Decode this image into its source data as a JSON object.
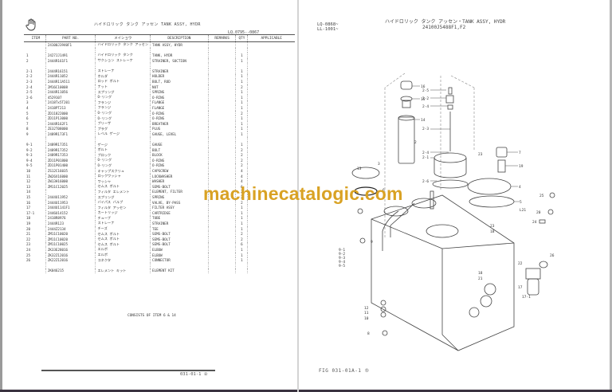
{
  "left_page": {
    "title": "ハイドロリック タンク アッセン  TANK ASSY, HYDR",
    "serial_range": "LQ.0795--0867",
    "columns": [
      "ITEM",
      "PART NO.",
      "メイショウ",
      "DESCRIPTION",
      "REMARKS",
      "QTY",
      "APPLICABLE"
    ],
    "rows": [
      {
        "item": "",
        "part_no": "24100J3940F1",
        "kana": "ハイドロリック タンク アッセン",
        "description": "TANK ASSY, HYDR",
        "remarks": "",
        "qty": ""
      },
      {
        "item": "",
        "part_no": "",
        "kana": "",
        "description": "",
        "remarks": "",
        "qty": ""
      },
      {
        "item": "1",
        "part_no": "2427JJ1491",
        "kana": "ハイドロリック タンク",
        "description": "TANK, HYDR",
        "remarks": "",
        "qty": "1"
      },
      {
        "item": "2",
        "part_no": "2444R161F1",
        "kana": "サクション ストレーナ",
        "description": "STRAINER, SUCTION",
        "remarks": "",
        "qty": "1"
      },
      {
        "item": "",
        "part_no": "",
        "kana": "",
        "description": "",
        "remarks": "",
        "qty": ""
      },
      {
        "item": "2-1",
        "part_no": "2444R16151",
        "kana": "ストレーナ",
        "description": "STRAINER",
        "remarks": "",
        "qty": "1"
      },
      {
        "item": "2-2",
        "part_no": "2444R11052",
        "kana": "ホルダ",
        "description": "HOLDER",
        "remarks": "",
        "qty": "1"
      },
      {
        "item": "2-3",
        "part_no": "2444R11A511",
        "kana": "ロッド ボルト",
        "description": "BOLT, ROD",
        "remarks": "",
        "qty": "1"
      },
      {
        "item": "2-4",
        "part_no": "2M16C10008",
        "kana": "ナット",
        "description": "NUT",
        "remarks": "",
        "qty": "2"
      },
      {
        "item": "2-5",
        "part_no": "2444R11056",
        "kana": "スプリング",
        "description": "SPRING",
        "remarks": "",
        "qty": "1"
      },
      {
        "item": "2-6",
        "part_no": "4529107",
        "kana": "O-リング",
        "description": "O-RING",
        "remarks": "",
        "qty": "1"
      },
      {
        "item": "3",
        "part_no": "2418Tx5T201",
        "kana": "フランジ",
        "description": "FLANGE",
        "remarks": "",
        "qty": "1"
      },
      {
        "item": "4",
        "part_no": "2418PT213",
        "kana": "フランジ",
        "description": "FLANGE",
        "remarks": "",
        "qty": "1"
      },
      {
        "item": "5",
        "part_no": "ZD11822000",
        "kana": "O-リング",
        "description": "O-RING",
        "remarks": "",
        "qty": "2"
      },
      {
        "item": "6",
        "part_no": "ZD11P13000",
        "kana": "O-リング",
        "description": "O-RING",
        "remarks": "",
        "qty": "1"
      },
      {
        "item": "7",
        "part_no": "2444R162F1",
        "kana": "ブリーザ",
        "description": "BREATHER",
        "remarks": "",
        "qty": "1"
      },
      {
        "item": "8",
        "part_no": "ZE32T08000",
        "kana": "プラグ",
        "description": "PLUG",
        "remarks": "",
        "qty": "1"
      },
      {
        "item": "9",
        "part_no": "2489R173F1",
        "kana": "レベル ゲージ",
        "description": "GAUGE, LEVEL",
        "remarks": "",
        "qty": "1"
      },
      {
        "item": "",
        "part_no": "",
        "kana": "",
        "description": "",
        "remarks": "",
        "qty": ""
      },
      {
        "item": "9-1",
        "part_no": "2489R17351",
        "kana": "ゲージ",
        "description": "GAUGE",
        "remarks": "",
        "qty": "1"
      },
      {
        "item": "9-2",
        "part_no": "2489R17352",
        "kana": "ボルト",
        "description": "BOLT",
        "remarks": "",
        "qty": "2"
      },
      {
        "item": "9-3",
        "part_no": "2489R17353",
        "kana": "ブロック",
        "description": "BLOCK",
        "remarks": "",
        "qty": "2"
      },
      {
        "item": "9-4",
        "part_no": "ZD11P01800",
        "kana": "O-リング",
        "description": "O-RING",
        "remarks": "",
        "qty": "2"
      },
      {
        "item": "9-5",
        "part_no": "ZD11P01400",
        "kana": "O-リング",
        "description": "O-RING",
        "remarks": "",
        "qty": "2"
      },
      {
        "item": "10",
        "part_no": "ZS12C16035",
        "kana": "キャップスクリュ",
        "description": "CAPSCREW",
        "remarks": "",
        "qty": "4"
      },
      {
        "item": "11",
        "part_no": "ZW26X16000",
        "kana": "ロックワッシャ",
        "description": "LOCKWASHER",
        "remarks": "",
        "qty": "4"
      },
      {
        "item": "12",
        "part_no": "ZW13H16000",
        "kana": "ワッシャ",
        "description": "WASHER",
        "remarks": "",
        "qty": "4"
      },
      {
        "item": "13",
        "part_no": "ZM11C12025",
        "kana": "セムス ボルト",
        "description": "SEMS-BOLT",
        "remarks": "",
        "qty": "6"
      },
      {
        "item": "14",
        "part_no": "",
        "kana": "フィルタ エレメント",
        "description": "ELEMENT, FILTER",
        "remarks": "",
        "qty": "2"
      },
      {
        "item": "15",
        "part_no": "2444U11952",
        "kana": "スプリング",
        "description": "SPRING",
        "remarks": "",
        "qty": "2"
      },
      {
        "item": "16",
        "part_no": "2444U11953",
        "kana": "バイパス バルブ",
        "description": "VALVE, BY-PASS",
        "remarks": "",
        "qty": "2"
      },
      {
        "item": "17",
        "part_no": "2444U1141F1",
        "kana": "フィルタ アッセン",
        "description": "FILTER ASSY",
        "remarks": "",
        "qty": "1"
      },
      {
        "item": "17-1",
        "part_no": "2446U14152",
        "kana": "カートリッジ",
        "description": "CARTRIDGE",
        "remarks": "",
        "qty": "1"
      },
      {
        "item": "18",
        "part_no": "2418R8976",
        "kana": "チューブ",
        "description": "TUBE",
        "remarks": "",
        "qty": "1"
      },
      {
        "item": "19",
        "part_no": "2444R123",
        "kana": "ストレーナ",
        "description": "STRAINER",
        "remarks": "",
        "qty": "1"
      },
      {
        "item": "20",
        "part_no": "2444Z2134",
        "kana": "チーズ",
        "description": "TEE",
        "remarks": "",
        "qty": "1"
      },
      {
        "item": "21",
        "part_no": "ZM11C10020",
        "kana": "セムス ボルト",
        "description": "SEMS-BOLT",
        "remarks": "",
        "qty": "2"
      },
      {
        "item": "22",
        "part_no": "ZM11C10020",
        "kana": "セムス ボルト",
        "description": "SEMS-BOLT",
        "remarks": "",
        "qty": "2"
      },
      {
        "item": "23",
        "part_no": "ZM11C10025",
        "kana": "セムス ボルト",
        "description": "SEMS-BOLT",
        "remarks": "",
        "qty": "6"
      },
      {
        "item": "24",
        "part_no": "ZK33E28016",
        "kana": "エルボ",
        "description": "ELBOW",
        "remarks": "",
        "qty": "1"
      },
      {
        "item": "25",
        "part_no": "ZK32Z12016",
        "kana": "エルボ",
        "description": "ELBOW",
        "remarks": "",
        "qty": "1"
      },
      {
        "item": "26",
        "part_no": "ZK22Z12016",
        "kana": "コネクタ",
        "description": "CONNECTOR",
        "remarks": "",
        "qty": "1"
      },
      {
        "item": "",
        "part_no": "",
        "kana": "",
        "description": "",
        "remarks": "",
        "qty": ""
      },
      {
        "item": "",
        "part_no": "2K046215",
        "kana": "エレメント キット",
        "description": "ELEMENT KIT",
        "remarks": "",
        "qty": ""
      }
    ],
    "consists_note": "CONSISTS OF ITEM 6 & 14",
    "page_number": "031-01-1 ②"
  },
  "right_page": {
    "title": "ハイドロリック タンク アッセン・TANK ASSY, HYDR",
    "part_no": "24100J5488F1,F2",
    "serial_ranges": [
      "LQ-0868~",
      "LL-1001~"
    ],
    "figure_label": "FIG 031-01A-1 ⑤",
    "callouts": [
      "2-5",
      "2-2",
      "2-4",
      "2-3",
      "2-4",
      "2-1",
      "2-6",
      "2",
      "16",
      "15",
      "14",
      "13",
      "3",
      "6",
      "7",
      "19",
      "4",
      "5",
      "23",
      "L21",
      "25",
      "20",
      "24",
      "1",
      "21",
      "18",
      "22",
      "17",
      "17-1",
      "26",
      "12",
      "11",
      "10",
      "8",
      "9-1",
      "9-2",
      "9-3",
      "9-4",
      "9-5"
    ]
  },
  "watermark": "machinecatalogic.com",
  "icons": {
    "pan_tool": "hand-icon"
  }
}
